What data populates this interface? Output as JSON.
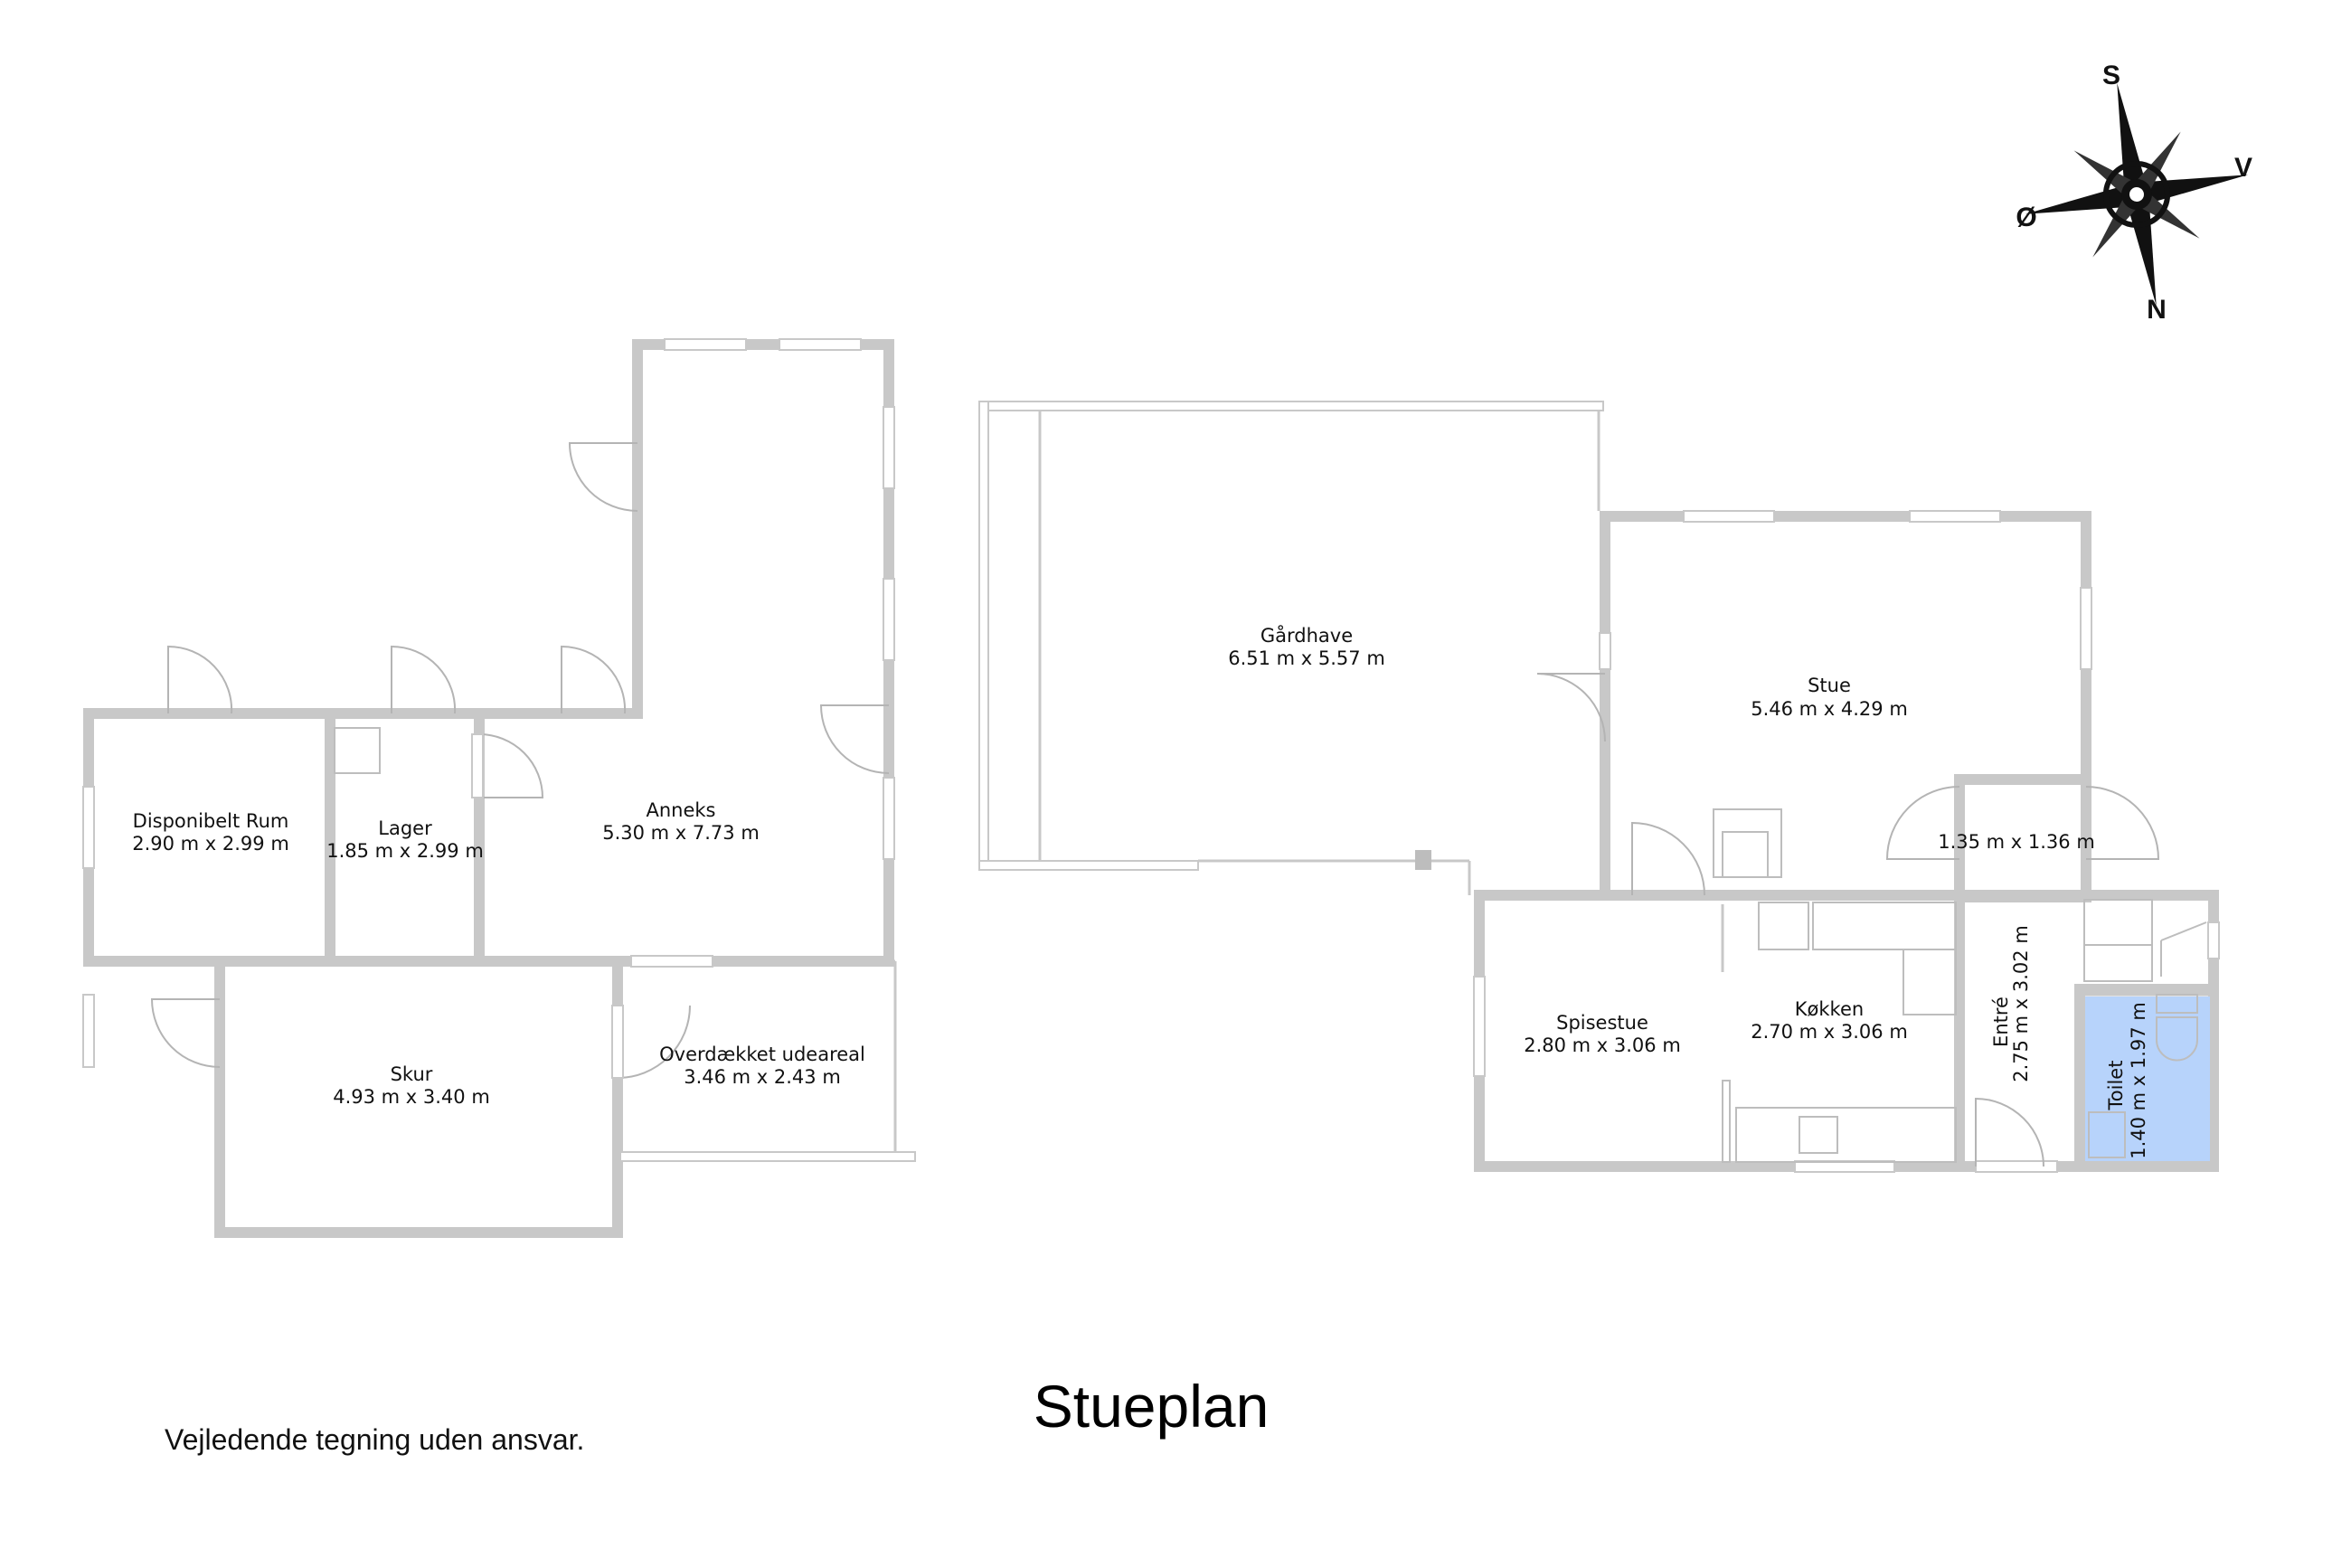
{
  "title": "Stueplan",
  "disclaimer": "Vejledende tegning uden ansvar.",
  "compass": {
    "north": "N",
    "south": "S",
    "east": "Ø",
    "west": "V"
  },
  "colors": {
    "wall": "#c8c8c8",
    "toilet_fill": "#b7d3fb",
    "text": "#111111"
  },
  "rooms": {
    "disponibelt": {
      "name": "Disponibelt Rum",
      "size": "2.90 m x 2.99 m"
    },
    "lager": {
      "name": "Lager",
      "size": "1.85 m x 2.99 m"
    },
    "anneks": {
      "name": "Anneks",
      "size": "5.30 m x 7.73 m"
    },
    "skur": {
      "name": "Skur",
      "size": "4.93 m x 3.40 m"
    },
    "overdaekket": {
      "name": "Overdækket udeareal",
      "size": "3.46 m x 2.43 m"
    },
    "gaardhave": {
      "name": "Gårdhave",
      "size": "6.51 m x 5.57 m"
    },
    "stue": {
      "name": "Stue",
      "size": "5.46 m x 4.29 m"
    },
    "small": {
      "size": "1.35 m x 1.36 m"
    },
    "spisestue": {
      "name": "Spisestue",
      "size": "2.80 m x 3.06 m"
    },
    "koekken": {
      "name": "Køkken",
      "size": "2.70 m x 3.06 m"
    },
    "entre": {
      "name": "Entré",
      "size": "2.75 m x 3.02 m"
    },
    "toilet": {
      "name": "Toilet",
      "size": "1.40 m x 1.97 m"
    }
  }
}
